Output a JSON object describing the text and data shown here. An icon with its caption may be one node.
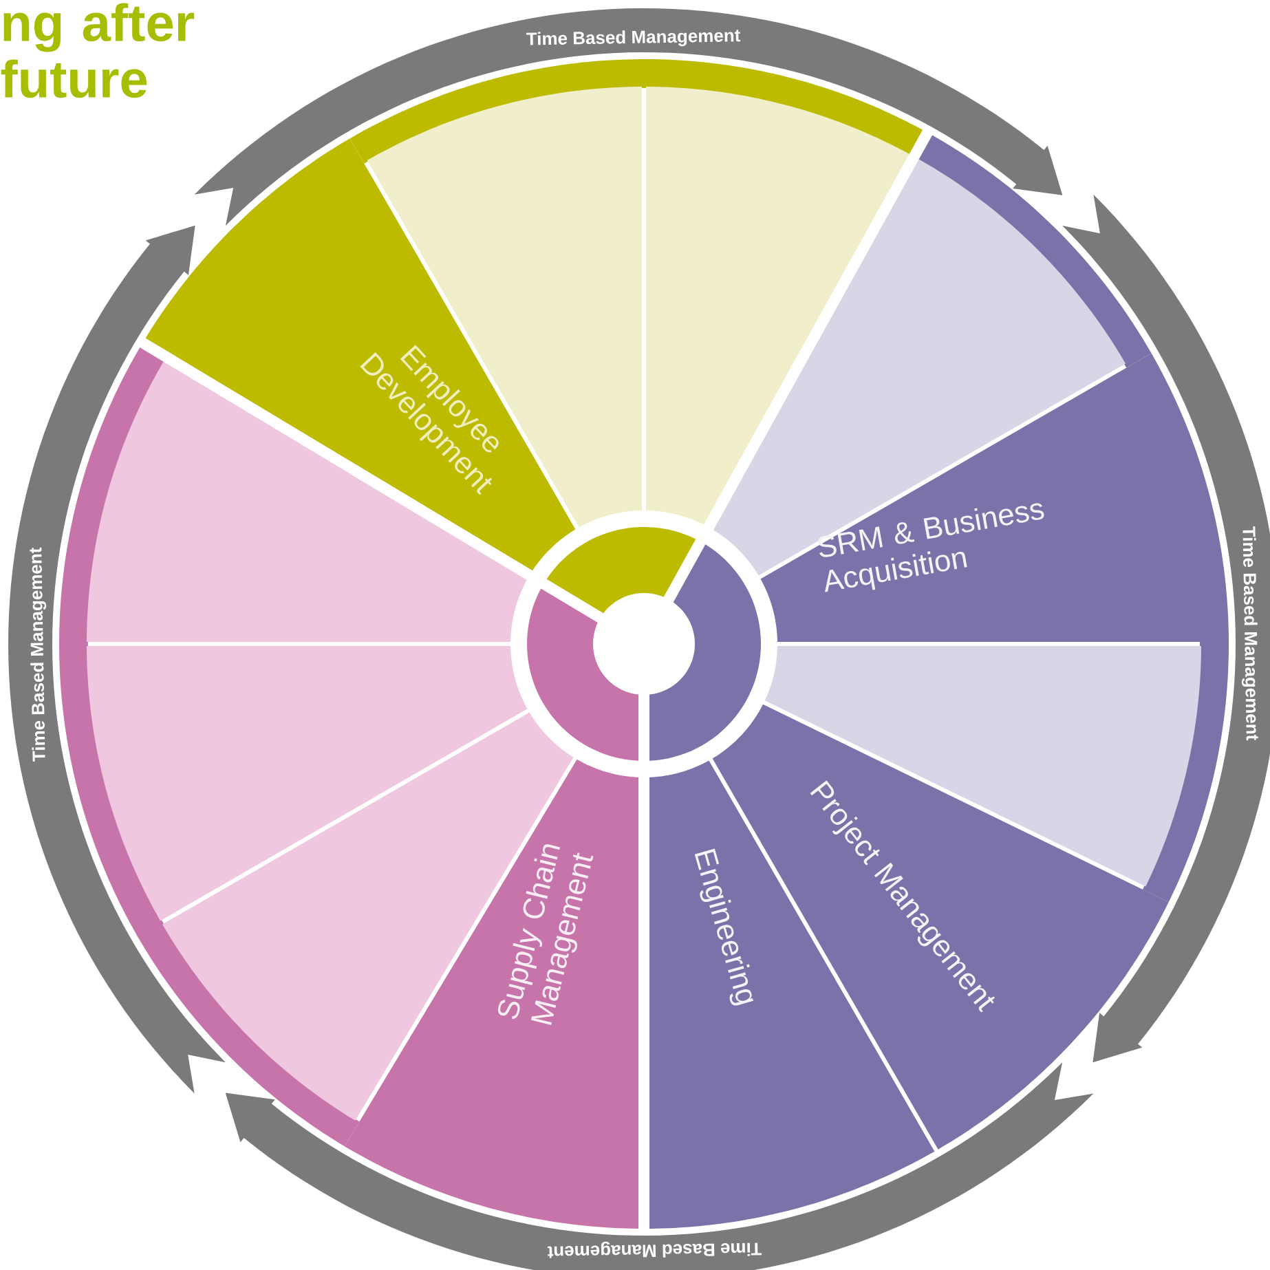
{
  "diagram": {
    "title": "ng after future",
    "nodes": [
      {
        "text": [
          "Employee Development"
        ]
      },
      {
        "text": [],
        "shape": "wedge"
      },
      {
        "text": [],
        "shape": "wedge"
      },
      {
        "text": [],
        "shape": "wedge"
      },
      {
        "text": [
          "SRM & Business Acquisition"
        ]
      },
      {
        "text": [],
        "shape": "wedge"
      },
      {
        "text": [
          "Project Management"
        ]
      },
      {
        "text": [
          "Engineering"
        ]
      },
      {
        "text": [
          "Supply Chain Management"
        ]
      },
      {
        "text": [],
        "shape": "wedge"
      },
      {
        "text": [],
        "shape": "wedge"
      },
      {
        "text": [],
        "shape": "wedge"
      },
      {
        "text": [
          "Time Based Management"
        ]
      },
      {
        "text": [
          "Time Based Management"
        ]
      },
      {
        "text": [
          "Time Based Management"
        ]
      },
      {
        "text": [
          "Time Based Management"
        ]
      }
    ]
  }
}
